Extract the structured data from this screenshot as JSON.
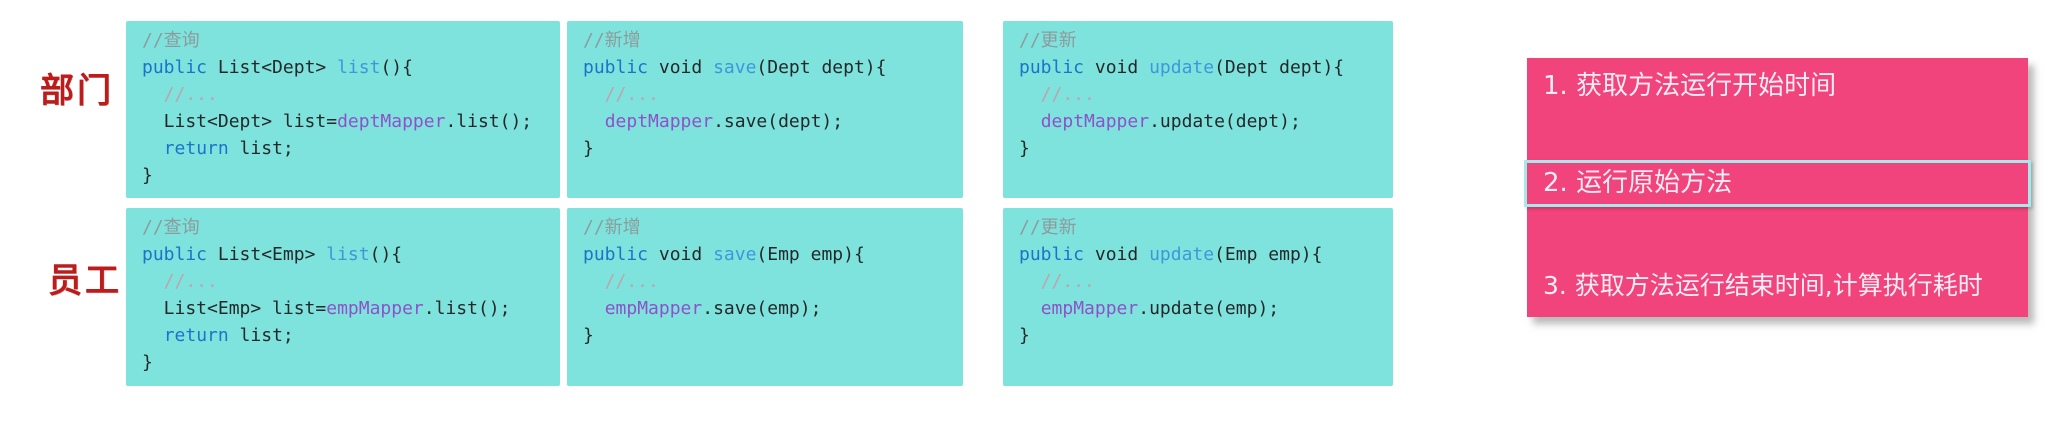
{
  "row_labels": {
    "dept": "部门",
    "emp": "员工"
  },
  "code_blocks": {
    "dept_list": {
      "title_comment": "//查询",
      "lines": [
        [
          {
            "t": "//查询",
            "c": "comment"
          }
        ],
        [
          {
            "t": "public",
            "c": "kw"
          },
          {
            "t": " List<Dept> ",
            "c": "plain"
          },
          {
            "t": "list",
            "c": "method"
          },
          {
            "t": "(){",
            "c": "plain"
          }
        ],
        [
          {
            "t": "  //...",
            "c": "comment2"
          }
        ],
        [
          {
            "t": "  List<Dept> list=",
            "c": "plain"
          },
          {
            "t": "deptMapper",
            "c": "field"
          },
          {
            "t": ".list();",
            "c": "plain"
          }
        ],
        [
          {
            "t": "  ",
            "c": "plain"
          },
          {
            "t": "return",
            "c": "kw"
          },
          {
            "t": " list;",
            "c": "plain"
          }
        ],
        [
          {
            "t": "}",
            "c": "plain"
          }
        ]
      ]
    },
    "dept_save": {
      "title_comment": "//新增",
      "lines": [
        [
          {
            "t": "//新增",
            "c": "comment"
          }
        ],
        [
          {
            "t": "public",
            "c": "kw"
          },
          {
            "t": " void ",
            "c": "plain"
          },
          {
            "t": "save",
            "c": "method"
          },
          {
            "t": "(Dept dept){",
            "c": "plain"
          }
        ],
        [
          {
            "t": "  //...",
            "c": "comment2"
          }
        ],
        [
          {
            "t": "  ",
            "c": "plain"
          },
          {
            "t": "deptMapper",
            "c": "field"
          },
          {
            "t": ".save(dept);",
            "c": "plain"
          }
        ],
        [
          {
            "t": "}",
            "c": "plain"
          }
        ]
      ]
    },
    "dept_update": {
      "title_comment": "//更新",
      "lines": [
        [
          {
            "t": "//更新",
            "c": "comment"
          }
        ],
        [
          {
            "t": "public",
            "c": "kw"
          },
          {
            "t": " void ",
            "c": "plain"
          },
          {
            "t": "update",
            "c": "method"
          },
          {
            "t": "(Dept dept){",
            "c": "plain"
          }
        ],
        [
          {
            "t": "  //...",
            "c": "comment2"
          }
        ],
        [
          {
            "t": "  ",
            "c": "plain"
          },
          {
            "t": "deptMapper",
            "c": "field"
          },
          {
            "t": ".update(dept);",
            "c": "plain"
          }
        ],
        [
          {
            "t": "}",
            "c": "plain"
          }
        ]
      ]
    },
    "emp_list": {
      "title_comment": "//查询",
      "lines": [
        [
          {
            "t": "//查询",
            "c": "comment"
          }
        ],
        [
          {
            "t": "public",
            "c": "kw"
          },
          {
            "t": " List<Emp> ",
            "c": "plain"
          },
          {
            "t": "list",
            "c": "method"
          },
          {
            "t": "(){",
            "c": "plain"
          }
        ],
        [
          {
            "t": "  //...",
            "c": "comment2"
          }
        ],
        [
          {
            "t": "  List<Emp> list=",
            "c": "plain"
          },
          {
            "t": "empMapper",
            "c": "field"
          },
          {
            "t": ".list();",
            "c": "plain"
          }
        ],
        [
          {
            "t": "  ",
            "c": "plain"
          },
          {
            "t": "return",
            "c": "kw"
          },
          {
            "t": " list;",
            "c": "plain"
          }
        ],
        [
          {
            "t": "}",
            "c": "plain"
          }
        ]
      ]
    },
    "emp_save": {
      "title_comment": "//新增",
      "lines": [
        [
          {
            "t": "//新增",
            "c": "comment"
          }
        ],
        [
          {
            "t": "public",
            "c": "kw"
          },
          {
            "t": " void ",
            "c": "plain"
          },
          {
            "t": "save",
            "c": "method"
          },
          {
            "t": "(Emp emp){",
            "c": "plain"
          }
        ],
        [
          {
            "t": "  //...",
            "c": "comment2"
          }
        ],
        [
          {
            "t": "  ",
            "c": "plain"
          },
          {
            "t": "empMapper",
            "c": "field"
          },
          {
            "t": ".save(emp);",
            "c": "plain"
          }
        ],
        [
          {
            "t": "}",
            "c": "plain"
          }
        ]
      ]
    },
    "emp_update": {
      "title_comment": "//更新",
      "lines": [
        [
          {
            "t": "//更新",
            "c": "comment"
          }
        ],
        [
          {
            "t": "public",
            "c": "kw"
          },
          {
            "t": " void ",
            "c": "plain"
          },
          {
            "t": "update",
            "c": "method"
          },
          {
            "t": "(Emp emp){",
            "c": "plain"
          }
        ],
        [
          {
            "t": "  //...",
            "c": "comment2"
          }
        ],
        [
          {
            "t": "  ",
            "c": "plain"
          },
          {
            "t": "empMapper",
            "c": "field"
          },
          {
            "t": ".update(emp);",
            "c": "plain"
          }
        ],
        [
          {
            "t": "}",
            "c": "plain"
          }
        ]
      ]
    }
  },
  "steps": {
    "step1": "1. 获取方法运行开始时间",
    "step2": "2. 运行原始方法",
    "step3": "3. 获取方法运行结束时间,计算执行耗时"
  },
  "colors": {
    "code_bg": "#7ee3dd",
    "panel_pink": "#f1437c",
    "highlight_border": "#a4eaec",
    "label_red": "#be1b1b",
    "keyword_blue": "#1b74c8",
    "method_blue": "#3e97da",
    "field_purple": "#8f51c9",
    "comment_gray": "#8d9b9d",
    "comment_pink": "#bfa3ad",
    "code_text": "#24282b",
    "step_text": "#ffecf4"
  }
}
